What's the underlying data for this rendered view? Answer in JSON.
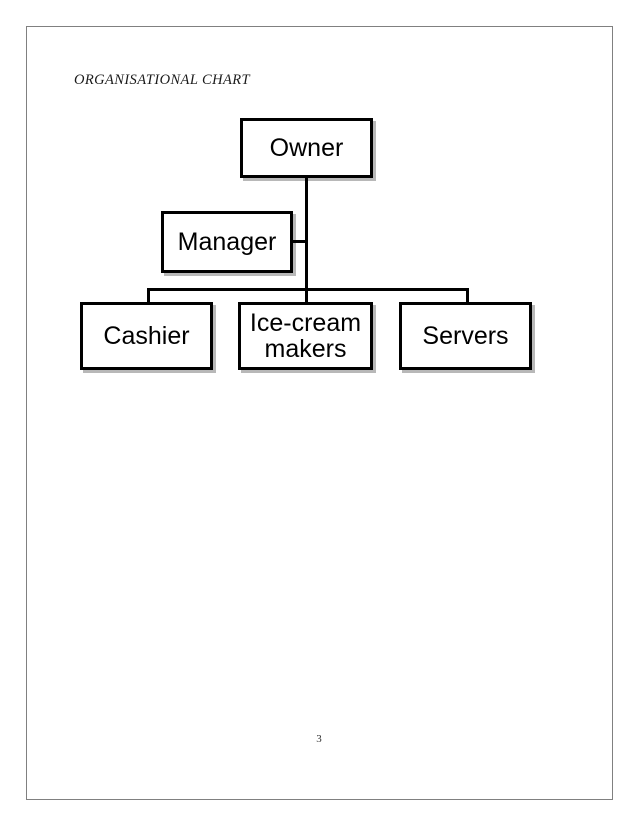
{
  "document": {
    "title": "ORGANISATIONAL CHART",
    "page_number": "3"
  },
  "chart_data": {
    "type": "diagram",
    "diagram_type": "organisational-chart",
    "title": "ORGANISATIONAL CHART",
    "orientation": "top-down",
    "nodes": [
      {
        "id": "owner",
        "label": "Owner",
        "level": 0
      },
      {
        "id": "manager",
        "label": "Manager",
        "level": 1
      },
      {
        "id": "cashier",
        "label": "Cashier",
        "level": 2
      },
      {
        "id": "icecream",
        "label": "Ice-cream makers",
        "level": 2
      },
      {
        "id": "servers",
        "label": "Servers",
        "level": 2
      }
    ],
    "edges": [
      {
        "from": "owner",
        "to": "manager"
      },
      {
        "from": "manager",
        "to": "cashier"
      },
      {
        "from": "manager",
        "to": "icecream"
      },
      {
        "from": "manager",
        "to": "servers"
      }
    ],
    "style": {
      "node_fill": "#ffffff",
      "node_border": "#000000",
      "connector_color": "#000000",
      "page_border": "#808080"
    }
  },
  "nodes": {
    "owner": "Owner",
    "manager": "Manager",
    "cashier": "Cashier",
    "icecream_line1": "Ice-cream",
    "icecream_line2": "makers",
    "servers": "Servers"
  }
}
